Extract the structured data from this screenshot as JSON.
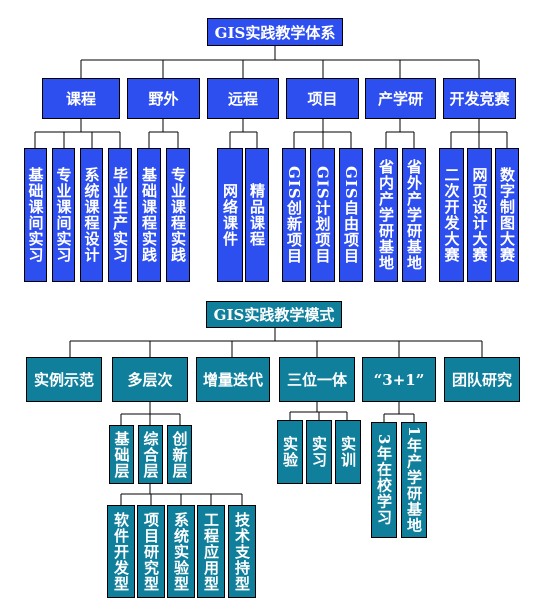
{
  "system": {
    "title": "GIS实践教学体系",
    "categories": [
      "课程",
      "野外",
      "远程",
      "项目",
      "产学研",
      "开发竞赛"
    ],
    "subs": [
      [
        "基础课间实习",
        "专业课间实习",
        "系统课程设计",
        "毕业生产实习"
      ],
      [
        "基础课程实践",
        "专业课程实践"
      ],
      [
        "网络课件",
        "精品课程"
      ],
      [
        "GIS创新项目",
        "GIS计划项目",
        "GIS自由项目"
      ],
      [
        "省内产学研基地",
        "省外产学研基地"
      ],
      [
        "二次开发大赛",
        "网页设计大赛",
        "数字制图大赛"
      ]
    ]
  },
  "mode": {
    "title": "GIS实践教学模式",
    "categories": [
      "实例示范",
      "多层次",
      "增量迭代",
      "三位一体",
      "“3+1”",
      "团队研究"
    ],
    "levels": [
      "基础层",
      "综合层",
      "创新层"
    ],
    "types": [
      "软件开发型",
      "项目研究型",
      "系统实验型",
      "工程应用型",
      "技术支持型"
    ],
    "trinity": [
      "实验",
      "实习",
      "实训"
    ],
    "three_plus_one": [
      "3年在校学习",
      "1年产学研基地"
    ]
  },
  "colors": {
    "system_box": "#2e4ff0",
    "mode_box": "#0f7f9b",
    "line": "#000000"
  }
}
